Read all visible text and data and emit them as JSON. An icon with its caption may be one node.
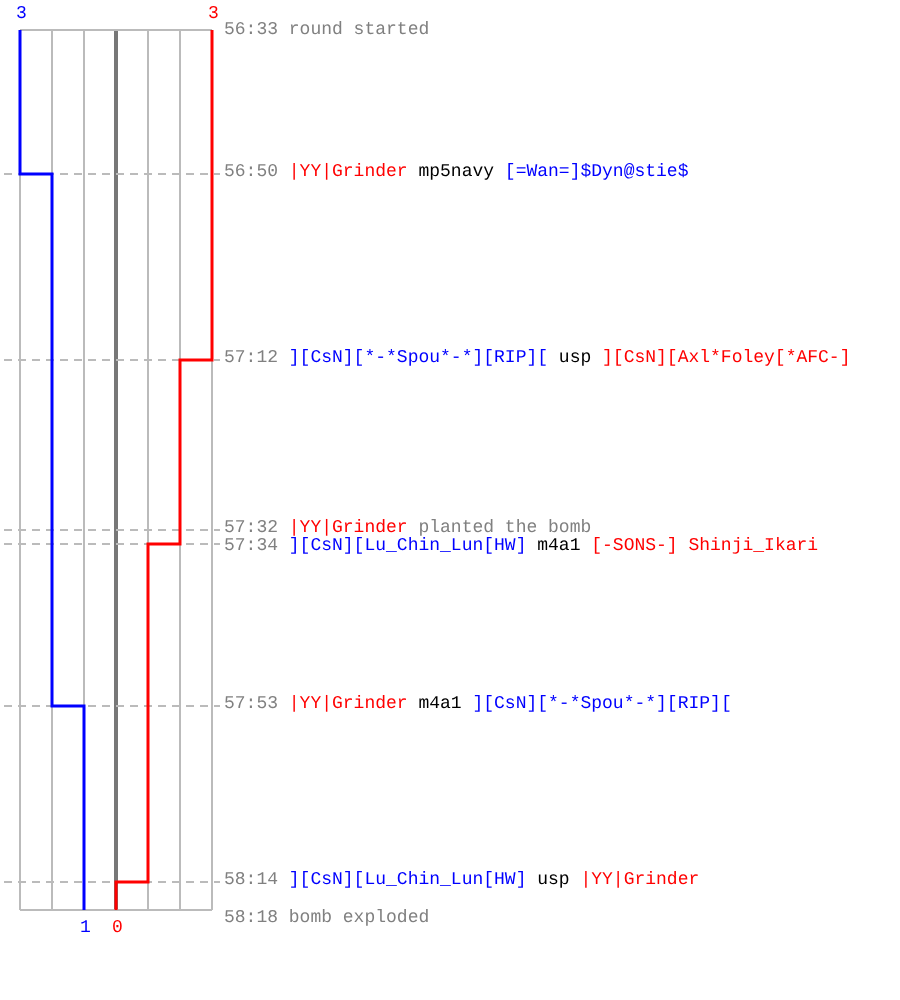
{
  "diagram": {
    "labels": [
      "3",
      "3",
      "56:33",
      "round started",
      "56:50",
      "|YY|Grinder",
      "mp5navy",
      "[=Wan=]$Dyn@stie$",
      "57:12",
      "][CsN][*-*Spou*-*][RIP][",
      "usp",
      "][CsN][Axl*Foley[*AFC-]",
      "57:32",
      "|YY|Grinder",
      "planted the bomb",
      "57:34",
      "][CsN][Lu_Chin_Lun[HW]",
      "m4a1",
      "[-SONS-] Shinji_Ikari",
      "57:53",
      "|YY|Grinder",
      "m4a1",
      "][CsN][*-*Spou*-*][RIP][",
      "58:14",
      "][CsN][Lu_Chin_Lun[HW]",
      "usp",
      "|YY|Grinder",
      "58:18",
      "bomb exploded",
      "1",
      "0"
    ]
  }
}
